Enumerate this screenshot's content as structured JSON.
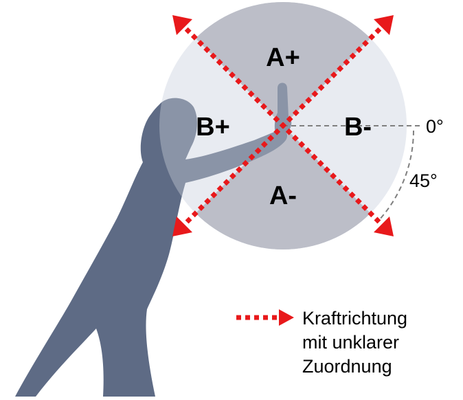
{
  "diagram": {
    "quadrants": {
      "top": "A+",
      "left": "B+",
      "right": "B-",
      "bottom": "A-"
    },
    "angles": {
      "reference": "0°",
      "diagonal": "45°"
    },
    "legend": {
      "line1": "Kraftrichtung",
      "line2": "mit unklarer",
      "line3": "Zuordnung"
    },
    "colors": {
      "arrow": "#e8191b",
      "dark_sector": "#a2a6b3",
      "light_sector": "#dfe3ec",
      "figure": "#5e6b85",
      "guide": "#7f7f7f"
    }
  }
}
